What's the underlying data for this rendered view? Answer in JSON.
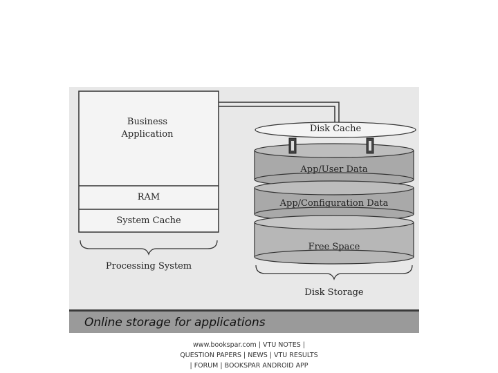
{
  "diagram": {
    "processing": {
      "app_label": "Business Application",
      "ram_label": "RAM",
      "cache_label": "System Cache",
      "group_label": "Processing System"
    },
    "storage": {
      "cache_label": "Disk Cache",
      "layers": [
        "App/User Data",
        "App/Configuration Data",
        "Free Space"
      ],
      "group_label": "Disk Storage"
    },
    "caption": "Online storage for applications"
  },
  "footer": {
    "line1": "www.bookspar.com | VTU NOTES |",
    "line2": "QUESTION PAPERS | NEWS | VTU RESULTS",
    "line3": "| FORUM | BOOKSPAR ANDROID APP"
  }
}
